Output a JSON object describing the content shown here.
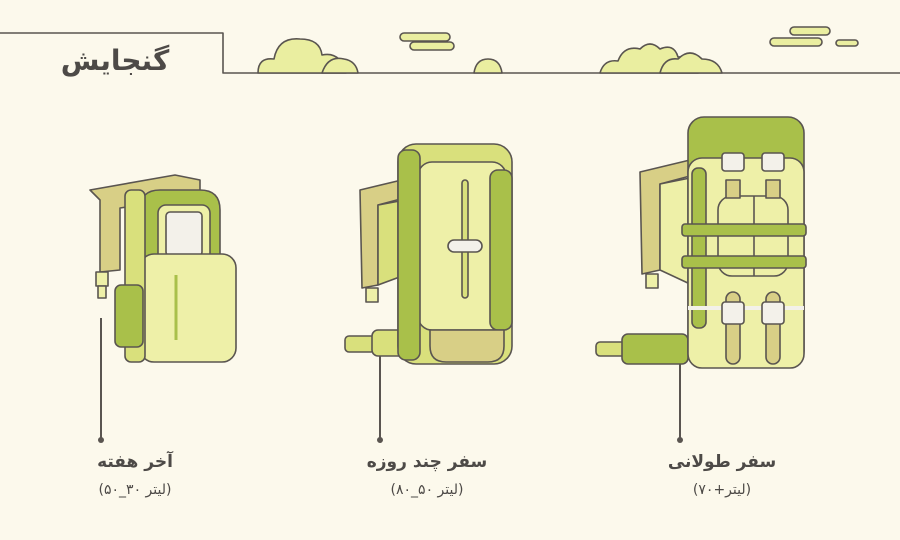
{
  "header": {
    "title": "گنجایش"
  },
  "backpacks": [
    {
      "name": "آخر هفته",
      "capacity": "(لیتر ۳۰_۵۰)"
    },
    {
      "name": "سفر چند روزه",
      "capacity": "(لیتر ۵۰_۸۰)"
    },
    {
      "name": "سفر طولانی",
      "capacity": "(لیتر+۷۰)"
    }
  ],
  "colors": {
    "background": "#fcf9ec",
    "outline": "#5a5550",
    "light": "#eef0a8",
    "mid": "#d9e07c",
    "dark": "#a9c04a",
    "tan": "#d8cf86",
    "white": "#f3f1ea"
  }
}
